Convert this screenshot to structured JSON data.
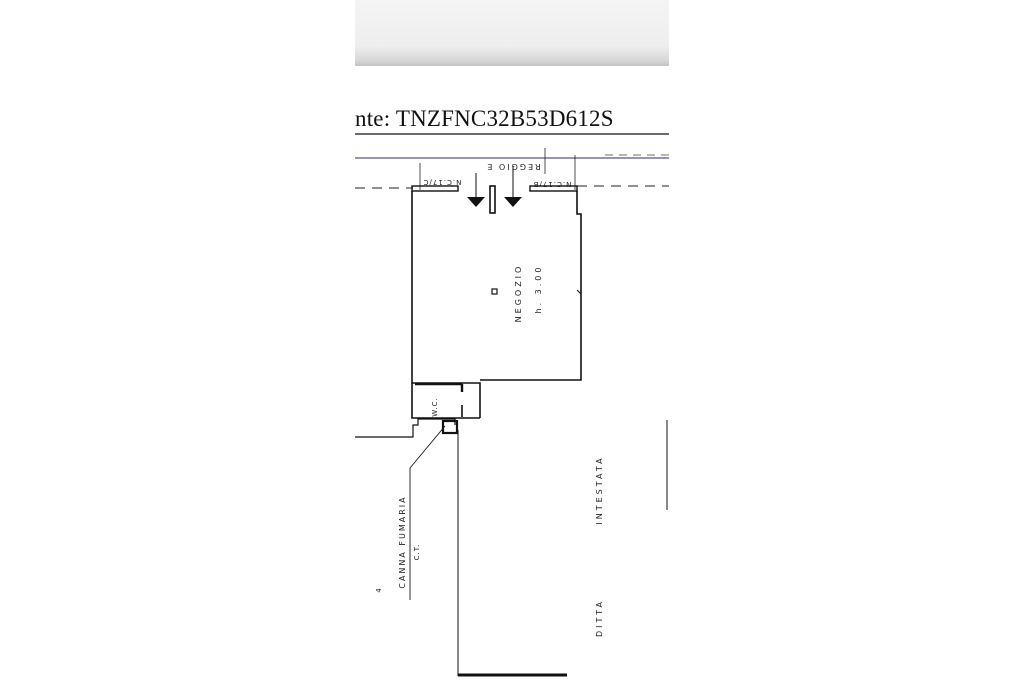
{
  "document": {
    "header_text": "nte: TNZFNC32B53D612S"
  },
  "plan": {
    "street_label": "REGGIO E",
    "door_left_label": "N.C.17/C",
    "door_right_label": "N.C.17/B",
    "room_name": "NEGOZIO",
    "room_height": "h. 3.00",
    "wc_label": "W.C.",
    "flue_label": "CANNA FUMARIA",
    "flue_sub_label": "C.T.",
    "arrow_label": "4",
    "neighbor_label": "DITTA",
    "neighbor_label_2": "INTESTATA"
  }
}
